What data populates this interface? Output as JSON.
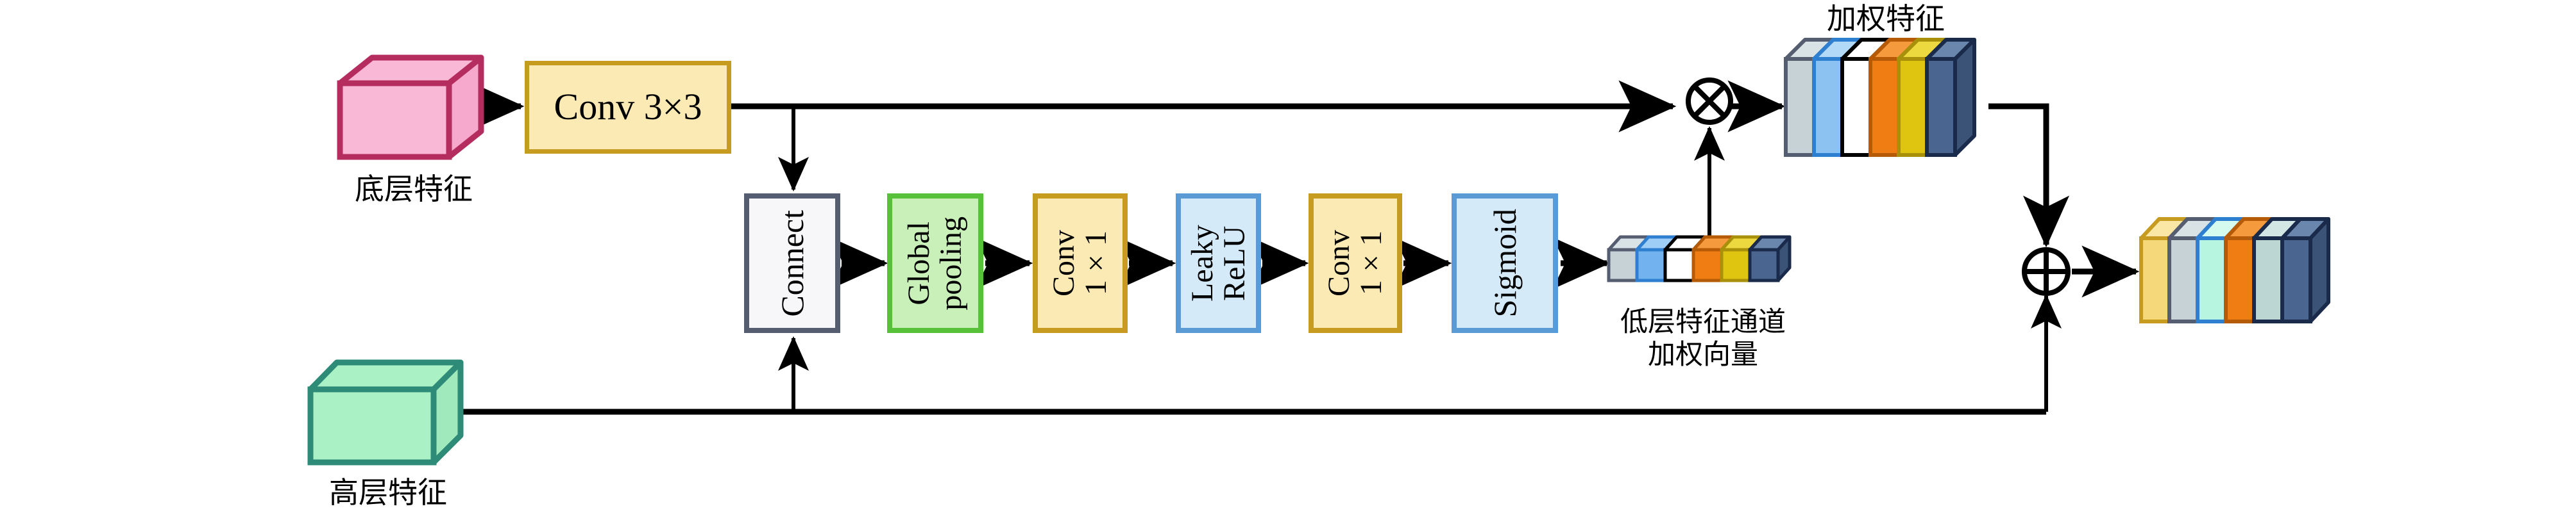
{
  "diagram": {
    "title_semantic": "channel-attention-feature-fusion-module",
    "inputs": {
      "low_level": {
        "label": "底层特征",
        "color": "#f9b8d6",
        "edge": "#b52c5e"
      },
      "high_level": {
        "label": "高层特征",
        "color": "#abf1c6",
        "edge": "#2e8b77"
      }
    },
    "blocks": [
      {
        "id": "conv3x3",
        "label": "Conv 3×3",
        "fill": "#fbeab4",
        "edge": "#c79a20",
        "orientation": "horizontal"
      },
      {
        "id": "connect",
        "label": "Connect",
        "fill": "#f7f7f9",
        "edge": "#555d70",
        "orientation": "vertical"
      },
      {
        "id": "global-pooling",
        "label": "Global\npooling",
        "fill": "#c8f0b8",
        "edge": "#57c13a",
        "orientation": "vertical"
      },
      {
        "id": "conv1x1-a",
        "label": "Conv\n1×1",
        "fill": "#fbeab4",
        "edge": "#c79a20",
        "orientation": "vertical"
      },
      {
        "id": "leaky-relu",
        "label": "Leaky\nReLU",
        "fill": "#d4eaf8",
        "edge": "#5b9bd5",
        "orientation": "vertical"
      },
      {
        "id": "conv1x1-b",
        "label": "Conv\n1×1",
        "fill": "#fbeab4",
        "edge": "#c79a20",
        "orientation": "vertical"
      },
      {
        "id": "sigmoid",
        "label": "Sigmoid",
        "fill": "#d4eaf8",
        "edge": "#5b9bd5",
        "orientation": "vertical"
      }
    ],
    "operators": [
      {
        "id": "multiply",
        "glyph": "⊗",
        "name": "element-wise-multiply"
      },
      {
        "id": "add",
        "glyph": "⊕",
        "name": "element-wise-add"
      }
    ],
    "tensors": {
      "weight_vector": {
        "label": "低层特征通道\n加权向量",
        "slab_colors": [
          "#c6d2d6",
          "#72b2ee",
          "#ffffff",
          "#f07d13",
          "#e0c510",
          "#4a6690"
        ],
        "slab_edges": [
          "#555d70",
          "#2f7fd0",
          "#000000",
          "#b55b08",
          "#a8900a",
          "#1a2a4a"
        ]
      },
      "weighted_feature": {
        "label": "加权特征",
        "slab_colors": [
          "#c6d2d6",
          "#8cc2f2",
          "#ffffff",
          "#f07d13",
          "#e0c510",
          "#4a6690"
        ],
        "slab_edges": [
          "#555d70",
          "#2f7fd0",
          "#000000",
          "#b55b08",
          "#a8900a",
          "#1a2a4a"
        ]
      },
      "fused_output": {
        "label": "",
        "slab_colors": [
          "#f5d87a",
          "#c6d2d6",
          "#b8f5e0",
          "#f07d13",
          "#bcd6d4",
          "#4a6690"
        ],
        "slab_edges": [
          "#c79a20",
          "#555d70",
          "#2f7fd0",
          "#b55b08",
          "#1a2a4a",
          "#1a2a4a"
        ]
      }
    },
    "colors": {
      "line": "#000000",
      "background": "#ffffff"
    }
  }
}
